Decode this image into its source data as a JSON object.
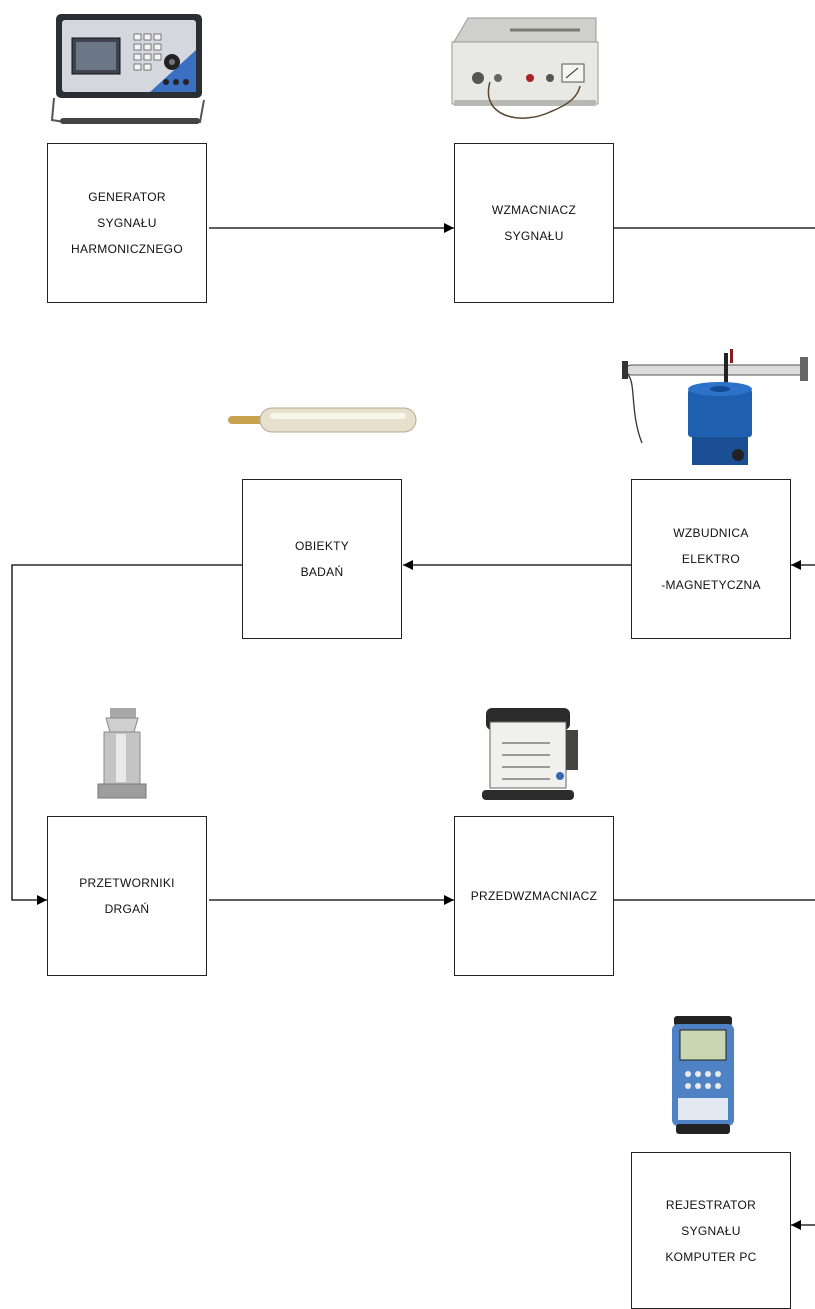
{
  "diagram": {
    "generator": {
      "lines": [
        "GENERATOR",
        "SYGNAŁU",
        "HARMONICZNEGO"
      ],
      "device_icon": "signal-generator-icon"
    },
    "amplifier": {
      "lines": [
        "WZMACNIACZ",
        "SYGNAŁU"
      ],
      "device_icon": "amplifier-icon"
    },
    "objects": {
      "lines": [
        "OBIEKTY",
        "BADAŃ"
      ],
      "device_icon": "test-rod-icon"
    },
    "exciter": {
      "lines": [
        "WZBUDNICA",
        "ELEKTRO",
        "-MAGNETYCZNA"
      ],
      "device_icon": "shaker-icon"
    },
    "transducers": {
      "lines": [
        "PRZETWORNIKI",
        "DRGAŃ"
      ],
      "device_icon": "accelerometer-icon"
    },
    "preamp": {
      "lines": [
        "PRZEDWZMACNIACZ"
      ],
      "device_icon": "preamplifier-icon"
    },
    "recorder": {
      "lines": [
        "REJESTRATOR",
        "SYGNAŁU",
        "KOMPUTER PC"
      ],
      "device_icon": "analyzer-icon"
    }
  },
  "colors": {
    "line": "#000000",
    "box_border": "#222222",
    "device_blue": "#1f5fb0"
  }
}
